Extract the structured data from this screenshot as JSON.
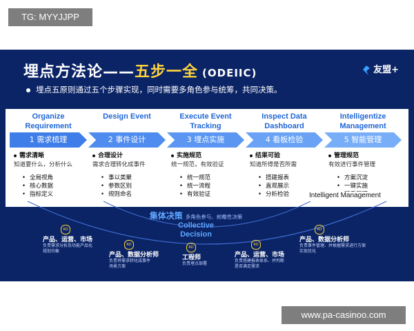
{
  "watermark_top": "TG: MYYJJPP",
  "watermark_bottom": "www.pa-casinoo.com",
  "slide": {
    "title_main": "埋点方法论——",
    "title_highlight": "五步一全",
    "title_code": "(ODEIIC)",
    "logo_text": "友盟+",
    "subtitle": "埋点五原则通过五个步骤实现，同时需要多角色参与统筹，共同决策。",
    "steps": [
      {
        "en": "Organize Requirement",
        "label": "1 需求梳理",
        "head": "需求清晰",
        "desc": "知道要什么，分析什么",
        "items": [
          "全局视角",
          "核心数据",
          "指标定义"
        ]
      },
      {
        "en": "Design Event",
        "label": "2 事件设计",
        "head": "合理设计",
        "desc": "需求合理转化成事件",
        "items": [
          "事以类聚",
          "参数区别",
          "规则命名"
        ]
      },
      {
        "en": "Execute Event Tracking",
        "label": "3 埋点实施",
        "head": "实施规范",
        "desc": "统一规范，有效验证",
        "items": [
          "统一规范",
          "统一流程",
          "有效验证"
        ]
      },
      {
        "en": "Inspect Data Dashboard",
        "label": "4 看板检验",
        "head": "结果可验",
        "desc": "知道所得是否所需",
        "items": [
          "搭建报表",
          "直观展示",
          "分析检验"
        ]
      },
      {
        "en": "Intelligentize Management",
        "label": "5 智能管理",
        "head": "管理规范",
        "desc": "有效进行事件管理",
        "items": [
          "方案沉淀",
          "一键实施",
          "随手管理"
        ]
      }
    ],
    "overlay_text": "Intelligent Management",
    "collective": {
      "cn": "集体决策",
      "note": "多角色参与、前瞻性决策",
      "en_line1": "Collective",
      "en_line2": "Decision"
    },
    "rd_label": "RD",
    "roles": [
      {
        "name": "产品、运营、市场",
        "desc1": "负责需求分析及功能产品化",
        "desc2": "规划均衡"
      },
      {
        "name": "产品、数据分析师",
        "desc1": "负责将需求转化成事件",
        "desc2": "场景方案"
      },
      {
        "name": "工程师",
        "desc1": "负责埋点部署",
        "desc2": ""
      },
      {
        "name": "产品、运营、市场",
        "desc1": "负责搭建报表体系、并判断",
        "desc2": "是否满足需求"
      },
      {
        "name": "产品、数据分析师",
        "desc1": "负责事件管理、并根据需求进行方案",
        "desc2": "实现优化"
      }
    ]
  }
}
